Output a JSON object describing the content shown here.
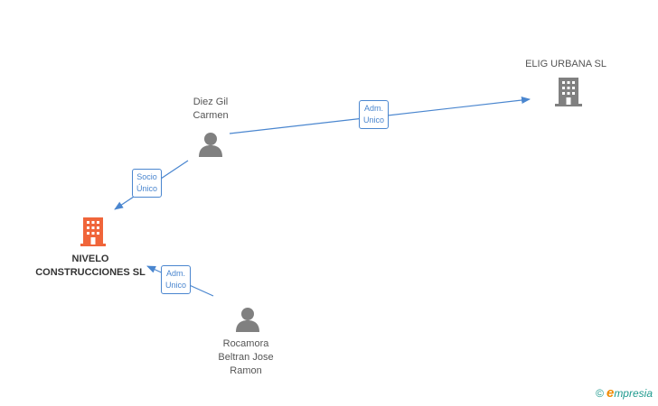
{
  "nodes": {
    "company_main": {
      "label_line1": "NIVELO",
      "label_line2": "CONSTRUCCIONES SL",
      "color": "#f0653a",
      "icon": "building-icon"
    },
    "company_elig": {
      "label": "ELIG URBANA SL",
      "color": "#808080",
      "icon": "building-icon"
    },
    "person_diez": {
      "label_line1": "Diez Gil",
      "label_line2": "Carmen",
      "color": "#808080",
      "icon": "person-icon"
    },
    "person_rocamora": {
      "label_line1": "Rocamora",
      "label_line2": "Beltran Jose",
      "label_line3": "Ramon",
      "color": "#808080",
      "icon": "person-icon"
    }
  },
  "edges": {
    "diez_to_elig": {
      "line1": "Adm.",
      "line2": "Unico"
    },
    "diez_to_nivelo": {
      "line1": "Socio",
      "line2": "Único"
    },
    "rocamora_to_nivelo": {
      "line1": "Adm.",
      "line2": "Unico"
    }
  },
  "edge_color": "#4a86cf",
  "watermark": {
    "copyright": "©",
    "brand_initial": "e",
    "brand_rest": "mpresia"
  }
}
